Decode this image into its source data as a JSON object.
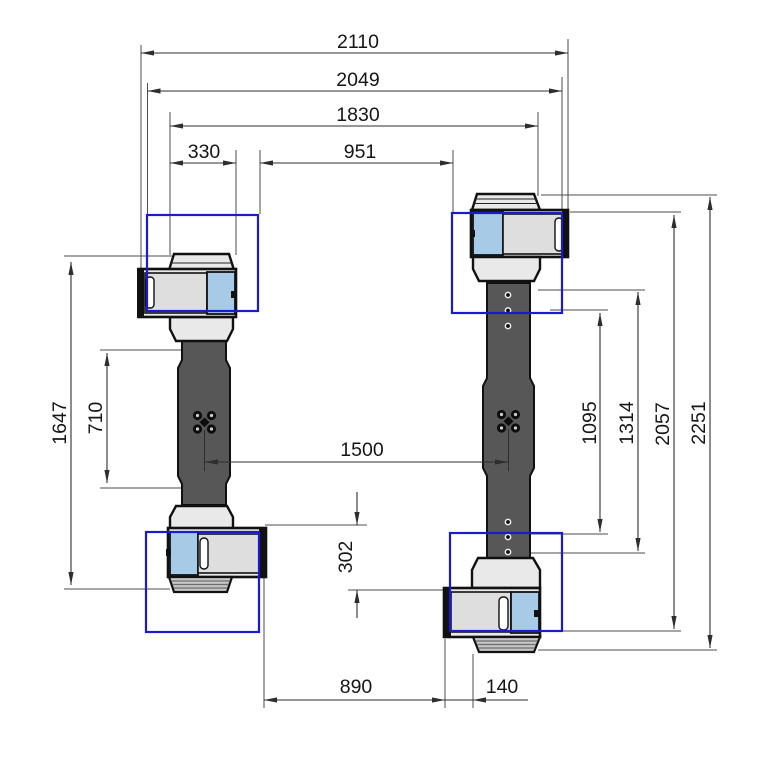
{
  "dims": {
    "d2110": "2110",
    "d2049": "2049",
    "d1830": "1830",
    "d330": "330",
    "d951": "951",
    "d1647": "1647",
    "d710": "710",
    "d1500": "1500",
    "d302": "302",
    "d890": "890",
    "d140": "140",
    "d1095": "1095",
    "d1314": "1314",
    "d2057": "2057",
    "d2251": "2251"
  },
  "colors": {
    "selection": "#1a1ace",
    "part_blue": "#a7cbe6",
    "column": "#575757"
  }
}
